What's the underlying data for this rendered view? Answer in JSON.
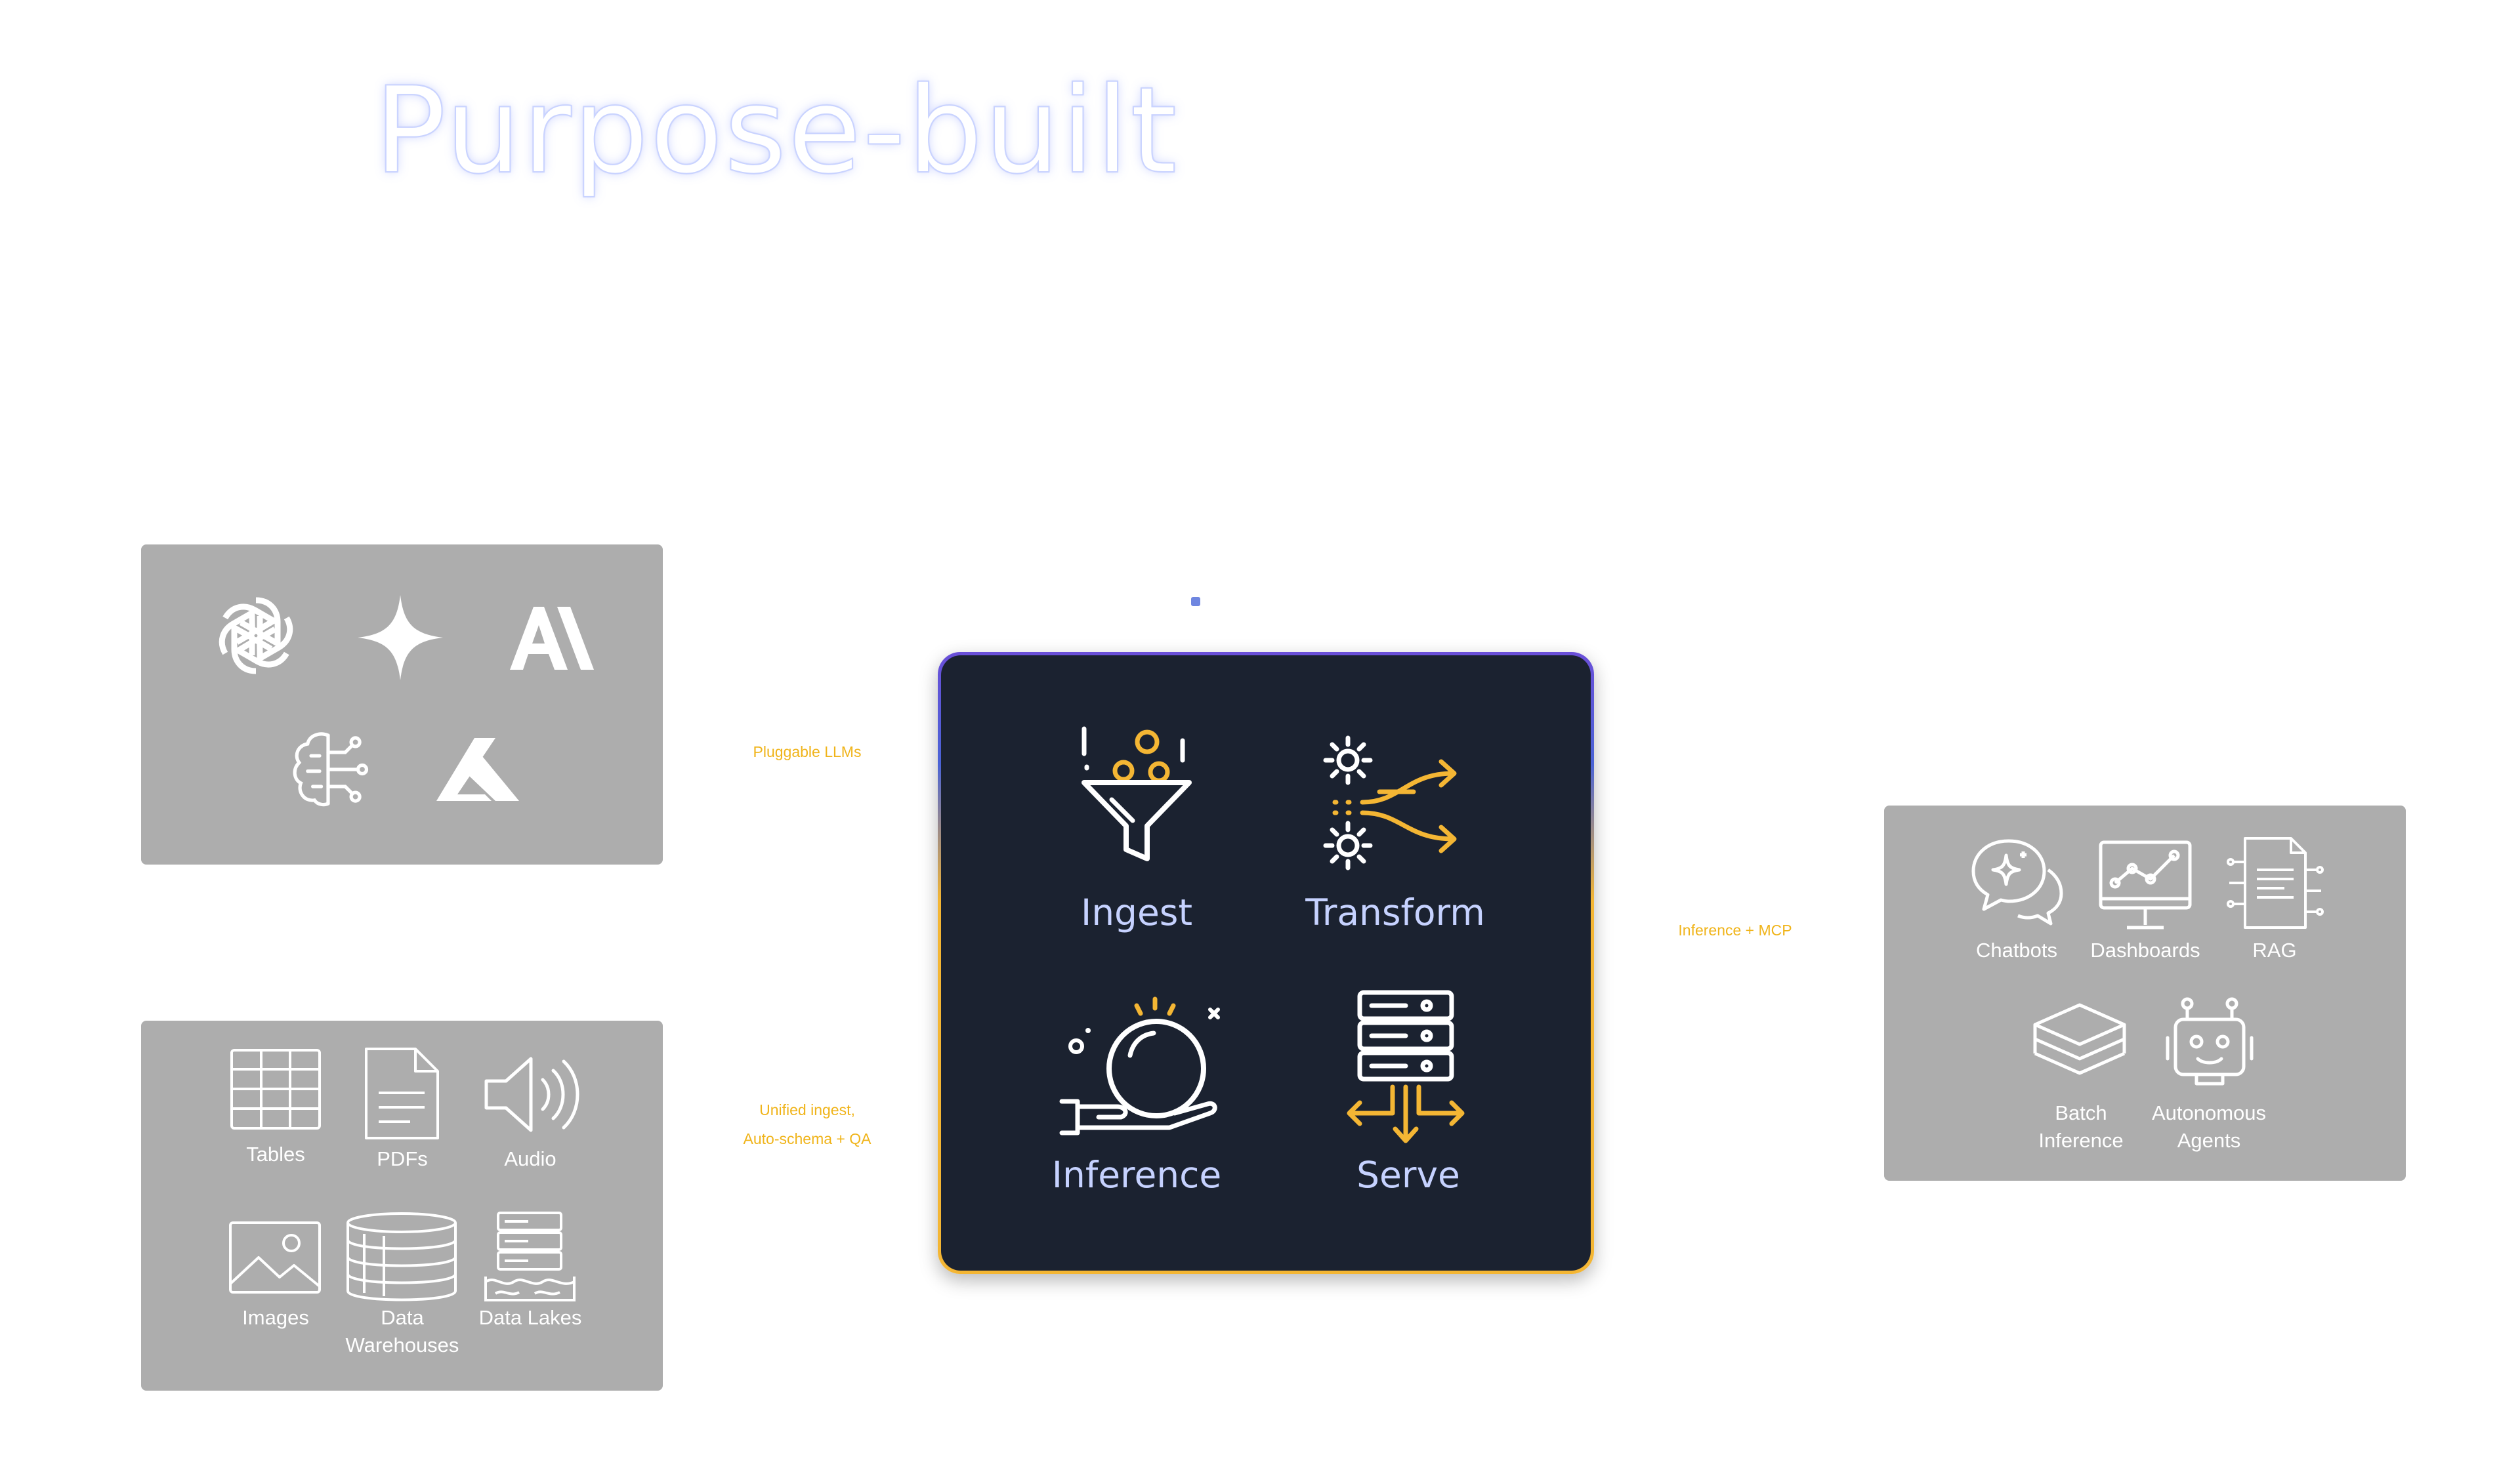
{
  "headline": "Purpose-built",
  "edges": {
    "llm": "Pluggable LLMs",
    "src_line1": "Unified ingest,",
    "src_line2": "Auto-schema + QA",
    "out": "Inference + MCP"
  },
  "core": {
    "ingest": "Ingest",
    "transform": "Transform",
    "inference": "Inference",
    "serve": "Serve"
  },
  "sources": {
    "tables": "Tables",
    "pdfs": "PDFs",
    "audio": "Audio",
    "images": "Images",
    "warehouses_1": "Data",
    "warehouses_2": "Warehouses",
    "lakes": "Data Lakes"
  },
  "outputs": {
    "chatbots": "Chatbots",
    "dashboards": "Dashboards",
    "rag": "RAG",
    "batch_1": "Batch",
    "batch_2": "Inference",
    "agents_1": "Autonomous",
    "agents_2": "Agents"
  },
  "colors": {
    "panel": "#adadad",
    "core_bg": "#1b2230",
    "accent_yellow": "#f4b634",
    "core_label": "#c6d2ff",
    "edge_label": "#f0b41a"
  },
  "icons": {
    "llm": [
      "openai-icon",
      "gemini-sparkle-icon",
      "anthropic-icon",
      "ai-brain-icon",
      "azure-icon"
    ],
    "core": [
      "funnel-icon",
      "gears-arrows-icon",
      "crystal-ball-icon",
      "server-icon"
    ],
    "sources": [
      "table-icon",
      "document-icon",
      "speaker-icon",
      "image-icon",
      "database-icon",
      "data-lake-icon"
    ],
    "outputs": [
      "chat-bubbles-icon",
      "monitor-chart-icon",
      "document-circuit-icon",
      "layers-icon",
      "robot-icon"
    ]
  }
}
